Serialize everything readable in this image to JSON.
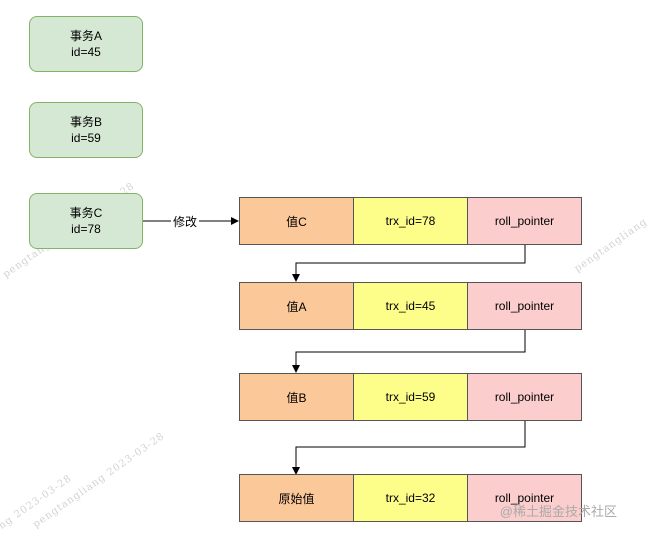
{
  "transactions": [
    {
      "name": "事务A",
      "id": "id=45"
    },
    {
      "name": "事务B",
      "id": "id=59"
    },
    {
      "name": "事务C",
      "id": "id=78"
    }
  ],
  "edge_label": "修改",
  "versions": [
    {
      "value": "值C",
      "trx": "trx_id=78",
      "pointer": "roll_pointer"
    },
    {
      "value": "值A",
      "trx": "trx_id=45",
      "pointer": "roll_pointer"
    },
    {
      "value": "值B",
      "trx": "trx_id=59",
      "pointer": "roll_pointer"
    },
    {
      "value": "原始值",
      "trx": "trx_id=32",
      "pointer": "roll_pointer"
    }
  ],
  "watermarks": [
    "pengtangliang 2023-03-28",
    "pengtangliang",
    "pengtangliang 2023-03-28",
    "iang 2023-03-28"
  ],
  "juejin_mark": "@稀土掘金技术社区",
  "colors": {
    "txn_fill": "#d5e8d4",
    "txn_border": "#82b366",
    "value_fill": "#fbc89a",
    "trx_fill": "#fdfe8a",
    "pointer_fill": "#fccdcd"
  }
}
